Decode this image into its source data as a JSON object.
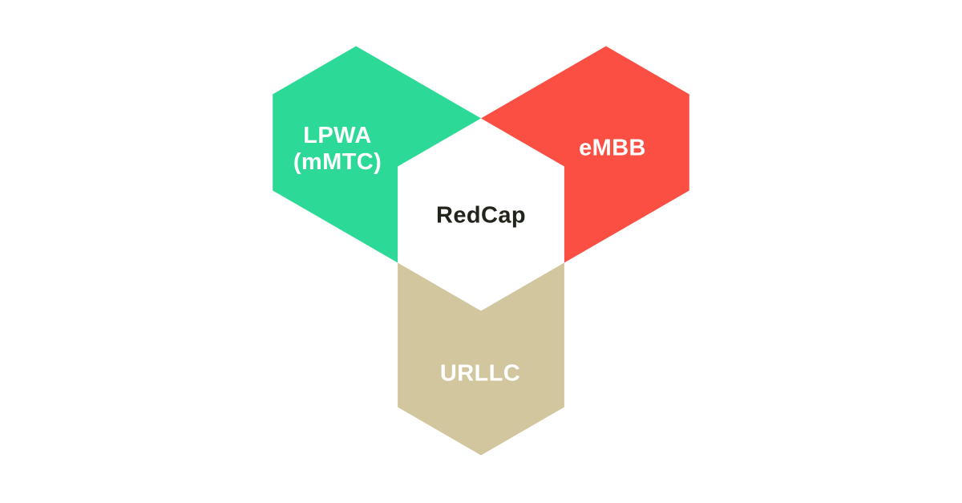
{
  "labels": {
    "lpwa": {
      "line1": "LPWA",
      "line2": "(mMTC)"
    },
    "embb": "eMBB",
    "urllc": "URLLC",
    "center": "RedCap"
  },
  "colors": {
    "lpwa_hexagon": "#2cd996",
    "embb_hexagon": "#fb4f44",
    "urllc_hexagon": "#d1c69e",
    "center_hexagon": "#ffffff",
    "center_text": "#20241a",
    "segment_text": "#ffffff",
    "background": "#ffffff"
  }
}
